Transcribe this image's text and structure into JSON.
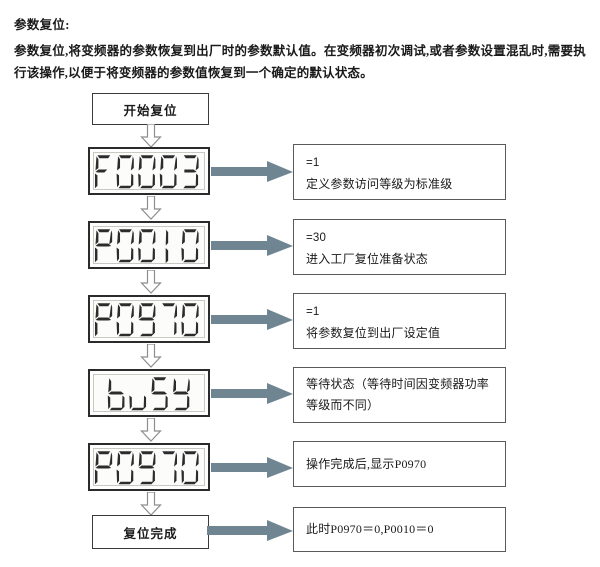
{
  "document": {
    "heading": "参数复位:",
    "paragraph": "参数复位,将变频器的参数恢复到出厂时的参数默认值。在变频器初次调试,或者参数设置混乱时,需要执行该操作,以便于将变频器的参数值恢复到一个确定的默认状态。"
  },
  "flow": {
    "start_box": "开始复位",
    "end_box": "复位完成",
    "steps": [
      {
        "display": "F0003",
        "display_segments": "F0003",
        "note_value": "=1",
        "note_text": "定义参数访问等级为标准级"
      },
      {
        "display": "P00 10",
        "display_segments": "P0010",
        "note_value": "=30",
        "note_text": "进入工厂复位准备状态"
      },
      {
        "display": "P0970",
        "display_segments": "P0970",
        "note_value": "=1",
        "note_text": "将参数复位到出厂设定值"
      },
      {
        "display": "buSY",
        "display_segments": "buSY",
        "note_value": "",
        "note_text": "等待状态（等待时间因变频器功率等级而不同）"
      },
      {
        "display": "P0970",
        "display_segments": "P0970",
        "note_value": "",
        "note_text": "操作完成后,显示P0970"
      }
    ],
    "end_note_text": "此时P0970＝0,P0010＝0"
  },
  "style": {
    "arrow_fill": "#6f8592",
    "arrow_outline": "#8d8d8d",
    "box_border": "#3a3a3a",
    "segment_color": "#2c2c2c"
  }
}
